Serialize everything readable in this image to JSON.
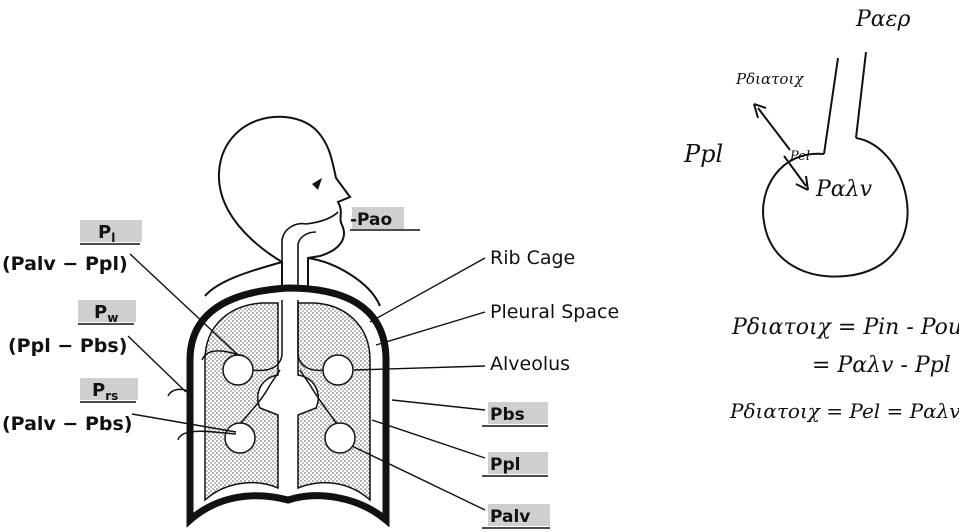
{
  "left_diagram": {
    "labels": {
      "pl": "P",
      "pl_sub": "l",
      "pl_formula": "(Palv − Ppl)",
      "pw": "P",
      "pw_sub": "w",
      "pw_formula": "(Ppl − Pbs)",
      "prs": "P",
      "prs_sub": "rs",
      "prs_formula": "(Palv − Pbs)",
      "pao": "-Pao",
      "rib_cage": "Rib Cage",
      "pleural_space": "Pleural Space",
      "alveolus": "Alveolus",
      "pbs": "Pbs",
      "ppl": "Ppl",
      "palv": "Palv"
    }
  },
  "right_diagram": {
    "labels": {
      "top": "Pαερ",
      "arrow_label": "Pδιατοιχ",
      "outside": "Ppl",
      "pel": "Pel",
      "inside": "Pαλv"
    },
    "equations": {
      "line1": "Pδιατοιχ = Pin - Pout",
      "line2": "= Pαλv - Ppl",
      "line3": "Pδιατοιχ = Pel = Pαλv - Ppl"
    }
  }
}
